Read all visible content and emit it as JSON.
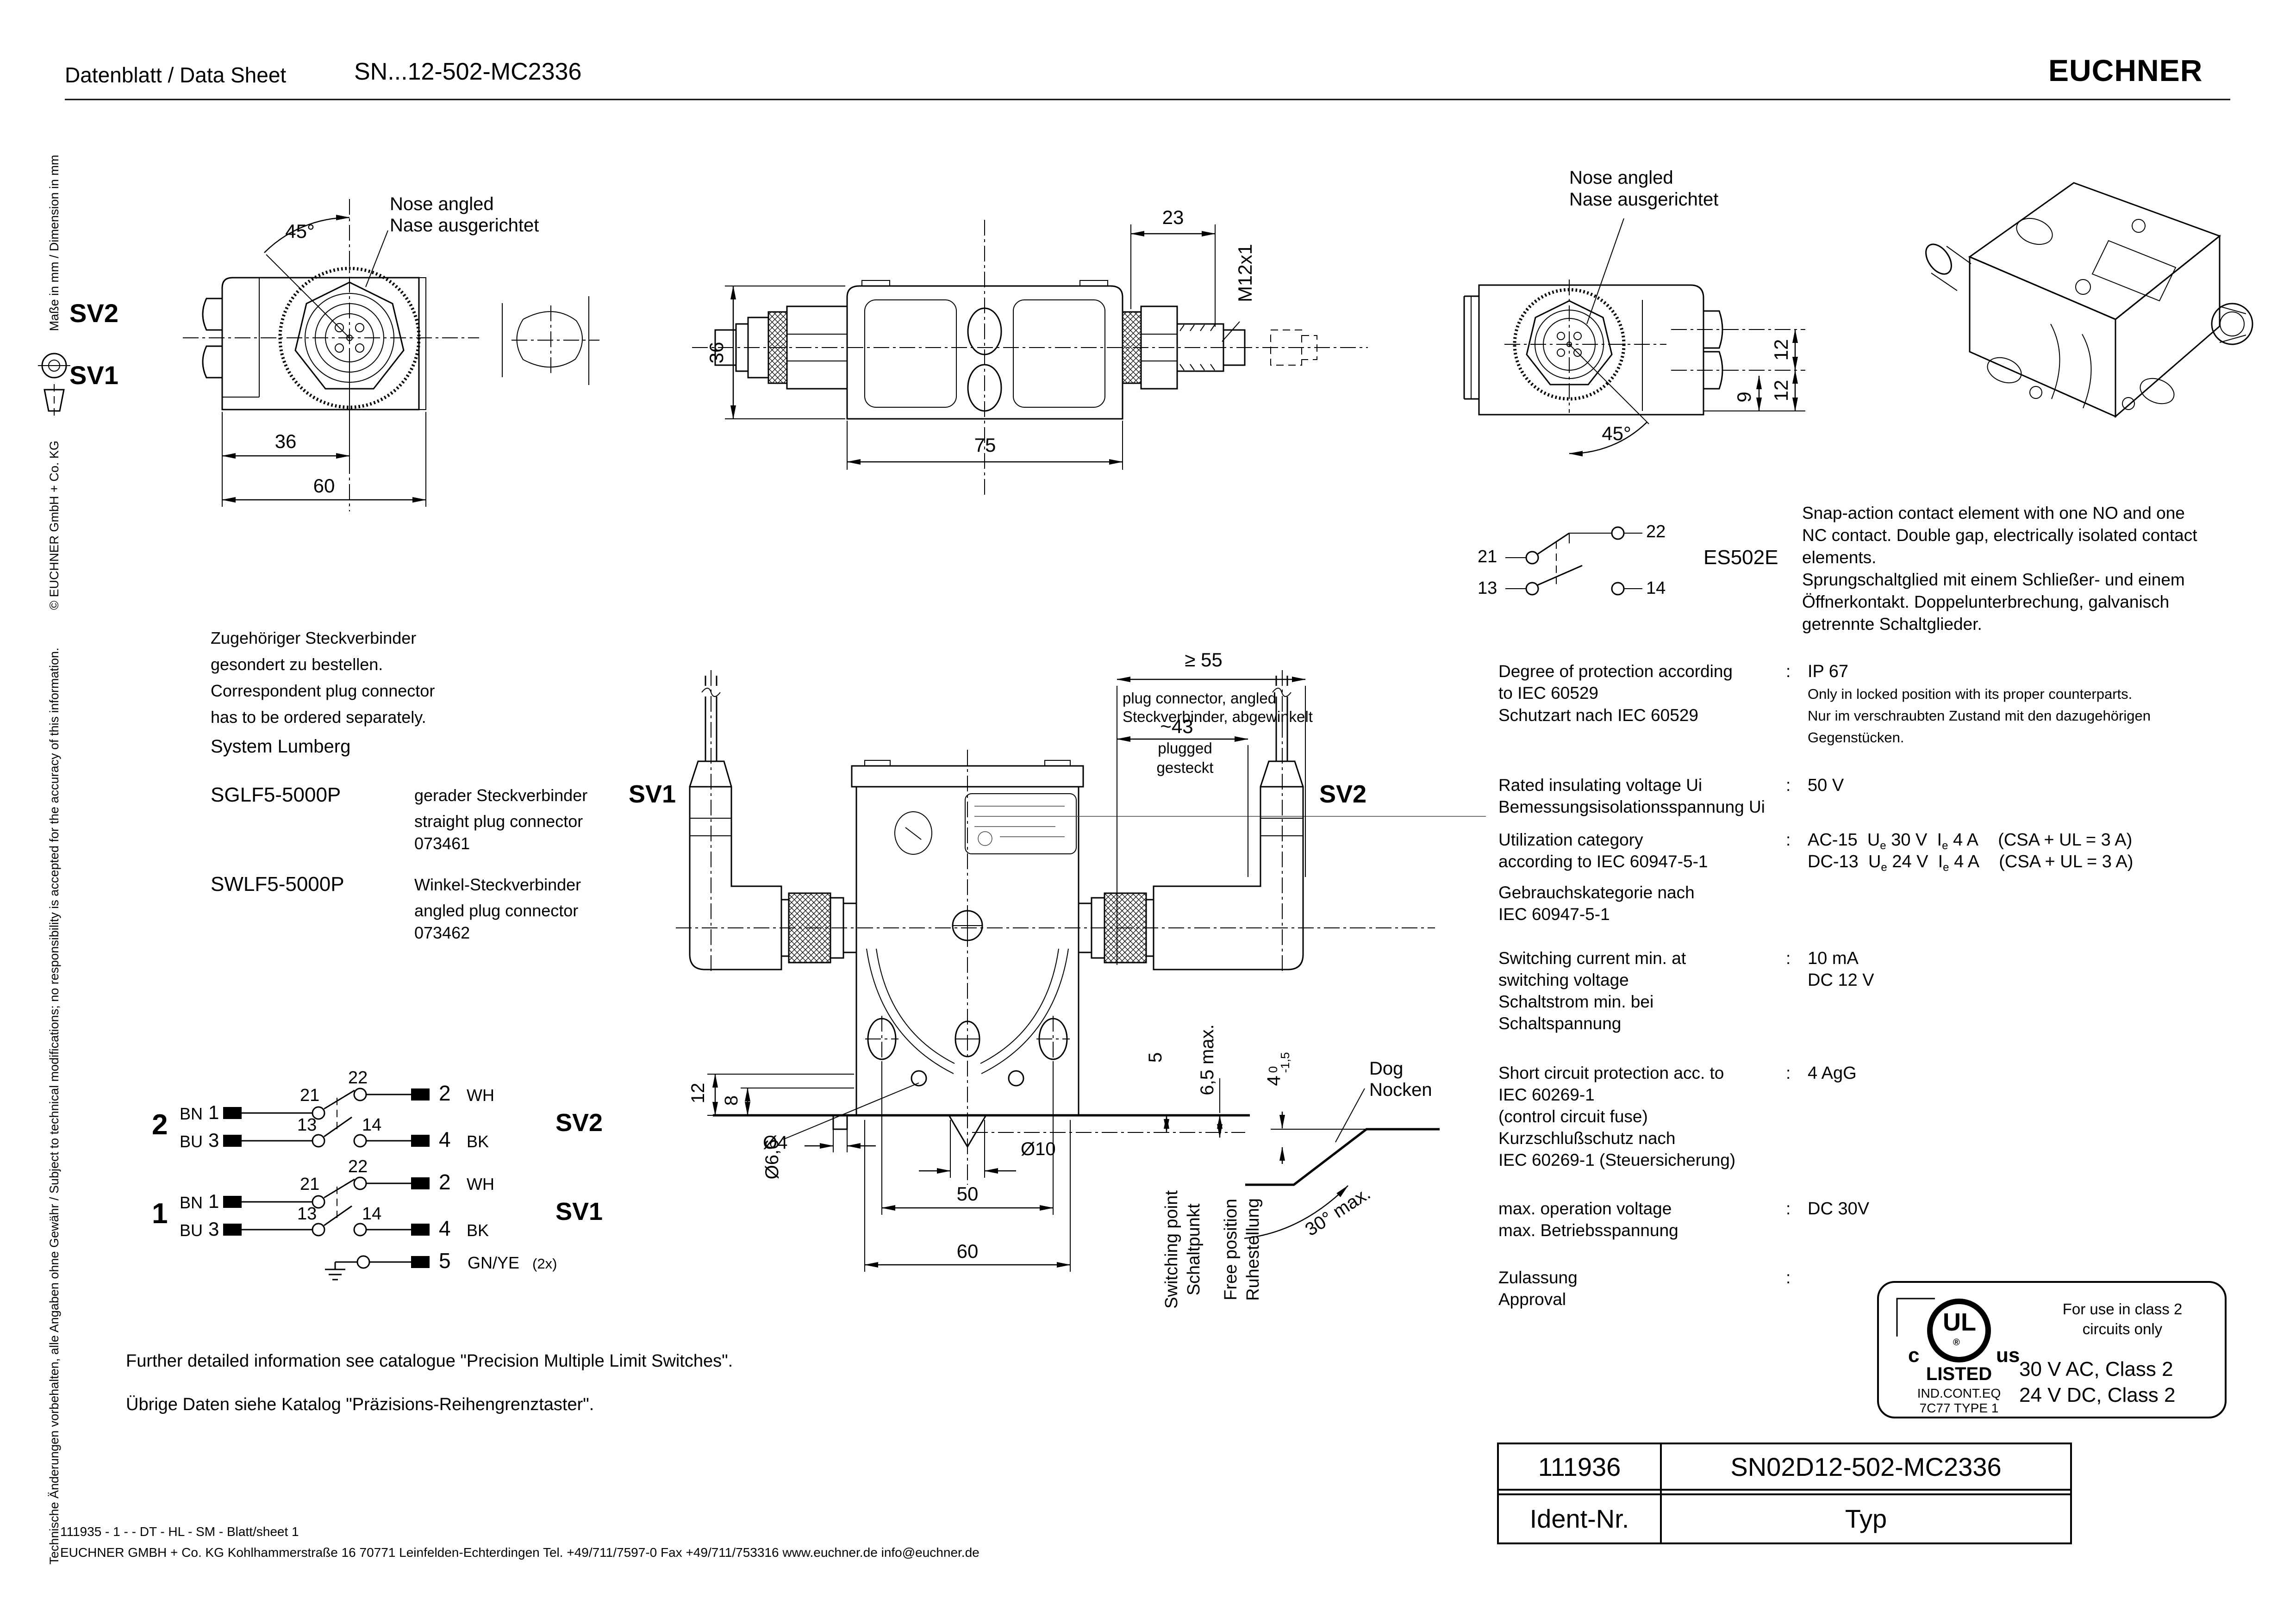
{
  "colon": ":",
  "header": {
    "title": "Datenblatt / Data Sheet",
    "part": "SN...12-502-MC2336",
    "brand": "EUCHNER"
  },
  "sidebar": {
    "disclaimer": "Technische Änderungen vorbehalten, alle Angaben ohne Gewähr / Subject to technical modifications;   no responsibility is accepted for the accuracy of this information.",
    "copyright": "© EUCHNER GmbH + Co. KG",
    "dim_note": "Maße in mm / Dimension in mm"
  },
  "views": {
    "left": {
      "sv2": "SV2",
      "sv1": "SV1",
      "angle": "45°",
      "nose1": "Nose angled",
      "nose2": "Nase ausgerichtet",
      "d36": "36",
      "d60": "60"
    },
    "center": {
      "d23": "23",
      "thread": "M12x1",
      "d36": "36",
      "d75": "75"
    },
    "right": {
      "nose1": "Nose angled",
      "nose2": "Nase ausgerichtet",
      "angle": "45°",
      "d12a": "12",
      "d12b": "12",
      "d9": "9"
    }
  },
  "contact": {
    "t21": "21",
    "t22": "22",
    "t13": "13",
    "t14": "14",
    "name": "ES502E"
  },
  "desc": {
    "en1": "Snap-action contact element with one NO and one",
    "en2": "NC contact. Double gap, electrically isolated contact",
    "en3": "elements.",
    "de1": "Sprungschaltglied mit einem Schließer- und einem",
    "de2": "Öffnerkontakt. Doppelunterbrechung, galvanisch",
    "de3": "getrennte Schaltglieder."
  },
  "specs": {
    "p1": "Degree of protection according",
    "p2": "to IEC 60529",
    "p3": "Schutzart nach IEC 60529",
    "p_val": "IP 67",
    "p_n1": "Only in locked position with its proper counterparts.",
    "p_n2": "Nur im verschraubten Zustand mit den dazugehörigen",
    "p_n3": "Gegenstücken.",
    "ui1": "Rated insulating voltage Ui",
    "ui2": "Bemessungsisolationsspannung Ui",
    "ui_val": "50 V",
    "uc1": "Utilization category",
    "uc2": "according to IEC 60947-5-1",
    "uc3": "Gebrauchskategorie nach",
    "uc4": "IEC 60947-5-1",
    "ac_cat": "AC-15",
    "ac_u": "U",
    "ac_usub": "e",
    "ac_uv": "30 V",
    "ac_i": "I",
    "ac_isub": "e",
    "ac_iv": "4 A",
    "ac_csa": "(CSA + UL = 3 A)",
    "dc_cat": "DC-13",
    "dc_u": "U",
    "dc_usub": "e",
    "dc_uv": "24 V",
    "dc_i": "I",
    "dc_isub": "e",
    "dc_iv": "4 A",
    "dc_csa": "(CSA + UL = 3 A)",
    "sw1": "Switching current min. at",
    "sw2": "switching voltage",
    "sw3": "Schaltstrom min. bei",
    "sw4": "Schaltspannung",
    "sw_v1": "10 mA",
    "sw_v2": "DC 12 V",
    "sc1": "Short circuit protection acc. to",
    "sc2": "IEC 60269-1",
    "sc3": "(control circuit fuse)",
    "sc4": "Kurzschlußschutz nach",
    "sc5": "IEC 60269-1 (Steuersicherung)",
    "sc_val": "4 AgG",
    "mv1": "max. operation voltage",
    "mv2": "max. Betriebsspannung",
    "mv_val": "DC 30V",
    "ap1": "Zulassung",
    "ap2": "Approval"
  },
  "plug": {
    "l1": "Zugehöriger Steckverbinder",
    "l2": "gesondert zu bestellen.",
    "l3": "Correspondent plug connector",
    "l4": "has to be ordered separately.",
    "system": "System Lumberg",
    "c1": "SGLF5-5000P",
    "c1d1": "gerader Steckverbinder",
    "c1d2": "straight plug connector",
    "c1o": "073461",
    "c2": "SWLF5-5000P",
    "c2d1": "Winkel-Steckverbinder",
    "c2d2": "angled plug connector",
    "c2o": "073462"
  },
  "main": {
    "d55": "≥ 55",
    "pc1": "plug connector, angled",
    "pc2": "Steckverbinder, abgewinkelt",
    "d43": "~43",
    "pl1": "plugged",
    "pl2": "gesteckt",
    "sv1": "SV1",
    "sv2": "SV2",
    "d12": "12",
    "d8": "8",
    "d66": "Ø6,6",
    "d4": "Ø4",
    "d10": "Ø10",
    "d50": "50",
    "d60": "60",
    "d5": "5",
    "d65": "6,5 max.",
    "tol4": "4",
    "tol0": "0",
    "tolm": "-1,5",
    "sw_en": "Switching point",
    "sw_de": "Schaltpunkt",
    "fp_en": "Free position",
    "fp_de": "Ruhestellung",
    "a30": "30° max.",
    "dog_en": "Dog",
    "dog_de": "Nocken"
  },
  "circ": {
    "sv2": {
      "big": "2",
      "bn": "BN",
      "n1": "1",
      "bu": "BU",
      "n3": "3",
      "t21": "21",
      "t22": "22",
      "t13": "13",
      "t14": "14",
      "o2": "2",
      "wh": "WH",
      "o4": "4",
      "bk": "BK",
      "name": "SV2"
    },
    "sv1": {
      "big": "1",
      "bn": "BN",
      "n1": "1",
      "bu": "BU",
      "n3": "3",
      "t21": "21",
      "t22": "22",
      "t13": "13",
      "t14": "14",
      "o2": "2",
      "wh": "WH",
      "o4": "4",
      "bk": "BK",
      "name": "SV1"
    },
    "gnd": {
      "n5": "5",
      "gnye": "GN/YE",
      "x2": "(2x)"
    }
  },
  "notes": {
    "en": "Further detailed information see catalogue \"Precision Multiple Limit Switches\".",
    "de": "Übrige Daten siehe Katalog \"Präzisions-Reihengrenztaster\"."
  },
  "approval": {
    "c": "c",
    "ul": "UL",
    "us": "us",
    "reg": "®",
    "fu1": "For use in class 2",
    "fu2": "circuits only",
    "listed": "LISTED",
    "ind": "IND.CONT.EQ",
    "type": "7C77 TYPE 1",
    "ac": "30 V AC, Class 2",
    "dc": "24 V DC, Class 2"
  },
  "table": {
    "id_val": "111936",
    "typ_val": "SN02D12-502-MC2336",
    "id_lbl": "Ident-Nr.",
    "typ_lbl": "Typ"
  },
  "footer": {
    "l1": "111935 - 1 -  - DT - HL - SM - Blatt/sheet  1",
    "l2": "EUCHNER GMBH + Co. KG   Kohlhammerstraße 16    70771 Leinfelden-Echterdingen       Tel. +49/711/7597-0   Fax +49/711/753316     www.euchner.de    info@euchner.de"
  }
}
